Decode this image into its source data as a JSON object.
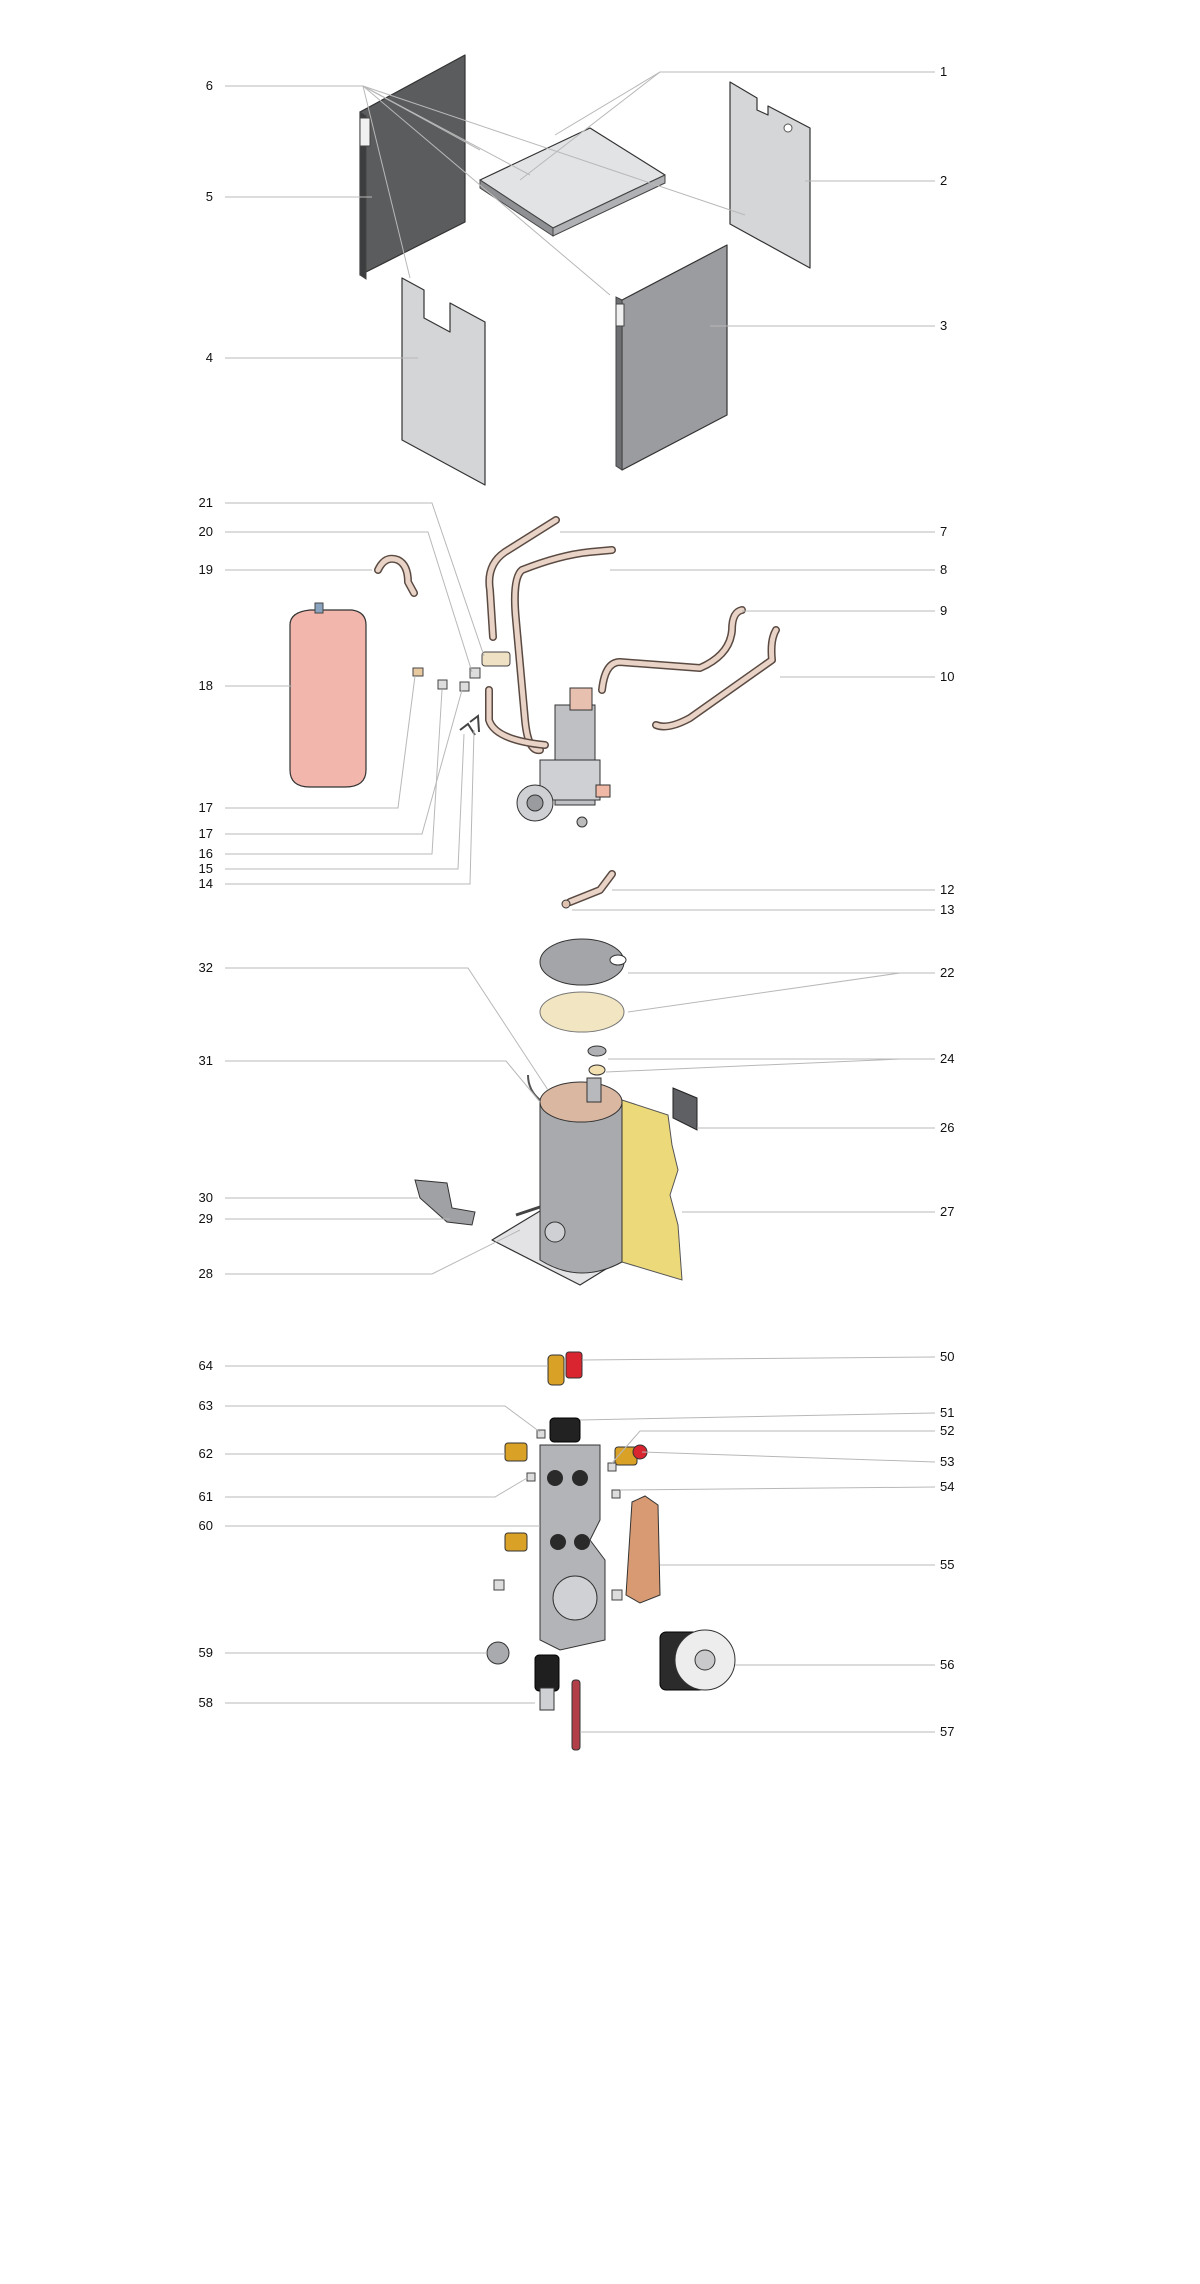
{
  "diagram": {
    "parts": [
      {
        "id": "p1",
        "number": "1",
        "side": "right",
        "component": "top-panel"
      },
      {
        "id": "p2",
        "number": "2",
        "side": "right",
        "component": "rear-panel"
      },
      {
        "id": "p3",
        "number": "3",
        "side": "right",
        "component": "right-side-panel"
      },
      {
        "id": "p4",
        "number": "4",
        "side": "left",
        "component": "front-panel"
      },
      {
        "id": "p5",
        "number": "5",
        "side": "left",
        "component": "left-side-panel"
      },
      {
        "id": "p6",
        "number": "6",
        "side": "left",
        "component": "panel-clips"
      },
      {
        "id": "p7",
        "number": "7",
        "side": "right",
        "component": "pipe-7"
      },
      {
        "id": "p8",
        "number": "8",
        "side": "right",
        "component": "pipe-8"
      },
      {
        "id": "p9",
        "number": "9",
        "side": "right",
        "component": "pipe-9"
      },
      {
        "id": "p10",
        "number": "10",
        "side": "right",
        "component": "pipe-10"
      },
      {
        "id": "p12",
        "number": "12",
        "side": "right",
        "component": "flexible-hose"
      },
      {
        "id": "p13",
        "number": "13",
        "side": "right",
        "component": "hose-nut"
      },
      {
        "id": "p14",
        "number": "14",
        "side": "left",
        "component": "clip-14"
      },
      {
        "id": "p15",
        "number": "15",
        "side": "left",
        "component": "clip-15"
      },
      {
        "id": "p16",
        "number": "16",
        "side": "left",
        "component": "clip-16"
      },
      {
        "id": "p17a",
        "number": "17",
        "side": "left",
        "component": "clip-17a"
      },
      {
        "id": "p17b",
        "number": "17",
        "side": "left",
        "component": "valve-17b"
      },
      {
        "id": "p18",
        "number": "18",
        "side": "left",
        "component": "expansion-vessel"
      },
      {
        "id": "p19",
        "number": "19",
        "side": "left",
        "component": "pipe-19"
      },
      {
        "id": "p20",
        "number": "20",
        "side": "left",
        "component": "clip-20"
      },
      {
        "id": "p21",
        "number": "21",
        "side": "left",
        "component": "connector-21"
      },
      {
        "id": "p22",
        "number": "22",
        "side": "right",
        "component": "cylinder-lid-and-insulation"
      },
      {
        "id": "p24",
        "number": "24",
        "side": "right",
        "component": "gaskets"
      },
      {
        "id": "p26",
        "number": "26",
        "side": "right",
        "component": "plate"
      },
      {
        "id": "p27",
        "number": "27",
        "side": "right",
        "component": "insulation-jacket"
      },
      {
        "id": "p28",
        "number": "28",
        "side": "left",
        "component": "base-frame"
      },
      {
        "id": "p29",
        "number": "29",
        "side": "left",
        "component": "sensor-29"
      },
      {
        "id": "p30",
        "number": "30",
        "side": "left",
        "component": "bracket-30"
      },
      {
        "id": "p31",
        "number": "31",
        "side": "left",
        "component": "hot-water-cylinder"
      },
      {
        "id": "p32",
        "number": "32",
        "side": "left",
        "component": "cylinder-top"
      },
      {
        "id": "p50",
        "number": "50",
        "side": "right",
        "component": "relief-valve"
      },
      {
        "id": "p51",
        "number": "51",
        "side": "right",
        "component": "motor-head"
      },
      {
        "id": "p52",
        "number": "52",
        "side": "right",
        "component": "clip-52"
      },
      {
        "id": "p53",
        "number": "53",
        "side": "right",
        "component": "brass-valve-53"
      },
      {
        "id": "p54",
        "number": "54",
        "side": "right",
        "component": "clip-54"
      },
      {
        "id": "p55",
        "number": "55",
        "side": "right",
        "component": "plate-heat-exchanger"
      },
      {
        "id": "p56",
        "number": "56",
        "side": "right",
        "component": "circulation-pump"
      },
      {
        "id": "p57",
        "number": "57",
        "side": "right",
        "component": "temperature-probe"
      },
      {
        "id": "p58",
        "number": "58",
        "side": "left",
        "component": "flow-sensor"
      },
      {
        "id": "p59",
        "number": "59",
        "side": "left",
        "component": "pressure-sensor"
      },
      {
        "id": "p60",
        "number": "60",
        "side": "left",
        "component": "hydraulic-block"
      },
      {
        "id": "p61",
        "number": "61",
        "side": "left",
        "component": "clip-61"
      },
      {
        "id": "p62",
        "number": "62",
        "side": "left",
        "component": "brass-valve-62"
      },
      {
        "id": "p63",
        "number": "63",
        "side": "left",
        "component": "clip-63"
      },
      {
        "id": "p64",
        "number": "64",
        "side": "left",
        "component": "automatic-air-vent"
      }
    ],
    "colors": {
      "panel_dark": "#5b5c5e",
      "panel_mid": "#9c9da0",
      "panel_light": "#d9d9db",
      "copper_pipe": "#e9d3c6",
      "expansion_vessel": "#f2b6ac",
      "insulation_yellow": "#ecd97a",
      "cylinder_grey": "#a9aaad",
      "brass": "#d9a227",
      "relief_red": "#d8252f",
      "heat_exchanger_copper": "#d89a72",
      "pump_black": "#2b2b2b"
    }
  }
}
